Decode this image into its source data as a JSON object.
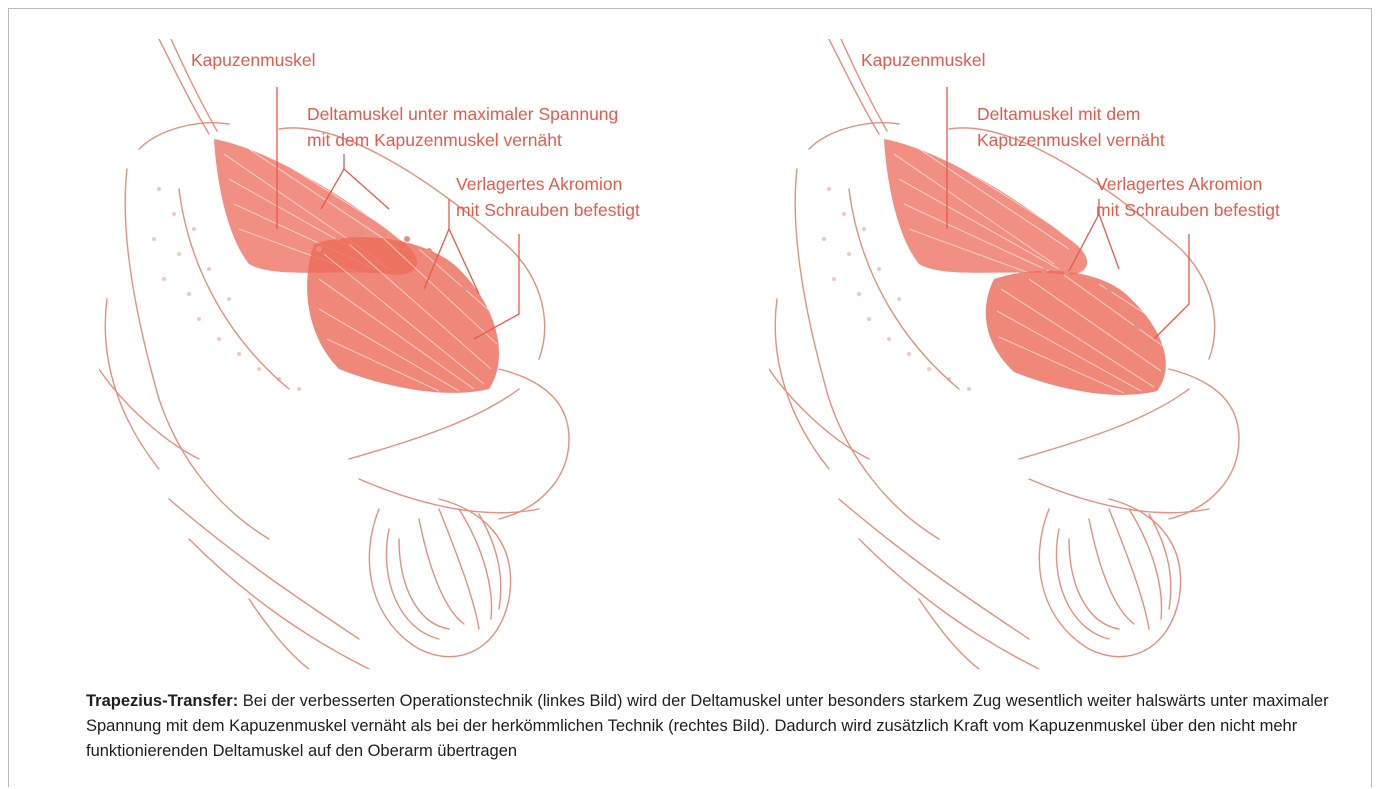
{
  "figures": [
    {
      "id": "left",
      "labels": {
        "trapezius": "Kapuzenmuskel",
        "deltoid_line1": "Deltamuskel unter maximaler Spannung",
        "deltoid_line2": "mit dem Kapuzenmuskel vernäht",
        "acromion_line1": "Verlagertes Akromion",
        "acromion_line2": "mit Schrauben befestigt"
      }
    },
    {
      "id": "right",
      "labels": {
        "trapezius": "Kapuzenmuskel",
        "deltoid_line1": "Deltamuskel mit dem",
        "deltoid_line2": "Kapuzenmuskel vernäht",
        "acromion_line1": "Verlagertes Akromion",
        "acromion_line2": "mit Schrauben befestigt"
      }
    }
  ],
  "caption": {
    "title": "Trapezius-Transfer:",
    "text": " Bei der verbesserten Operationstechnik (linkes Bild) wird der Deltamuskel unter besonders starkem Zug wesentlich weiter halswärts unter maximaler Spannung mit dem Kapuzenmuskel vernäht als bei der herkömmlichen Technik (rechtes Bild). Dadurch wird zusätzlich Kraft vom Kapuzenmuskel über den nicht mehr funktionierenden Deltamuskel auf den Oberarm übertragen"
  },
  "colors": {
    "label": "#e8594b",
    "muscle": "#ec6a58",
    "outline": "#e4907f"
  }
}
